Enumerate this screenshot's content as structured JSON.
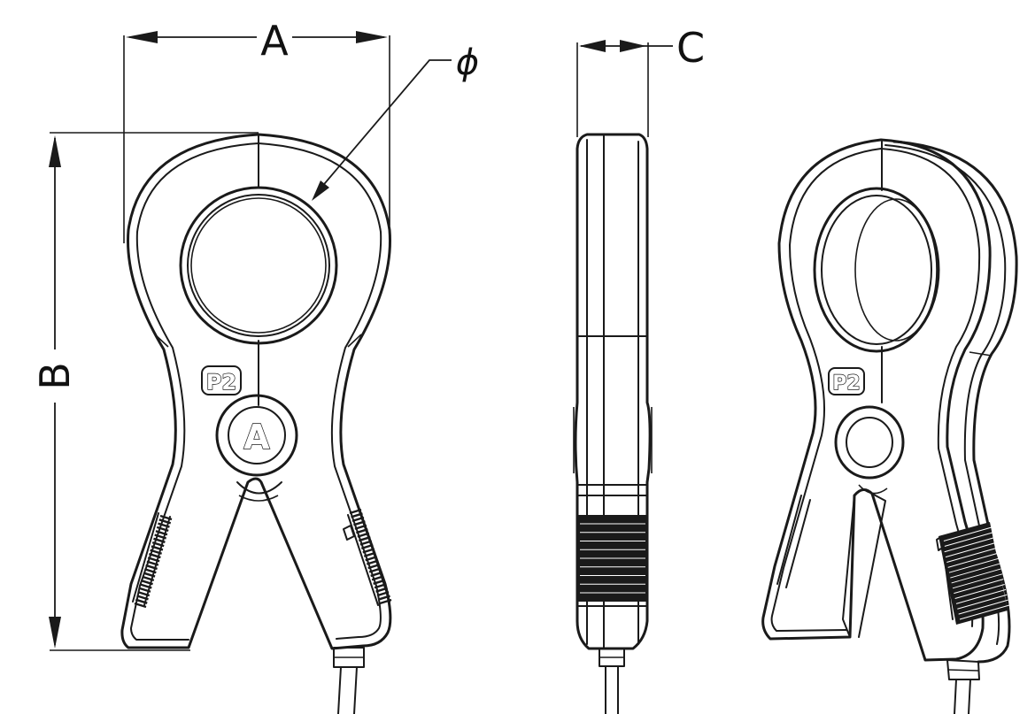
{
  "labels": {
    "dim_a": "A",
    "dim_b": "B",
    "dim_c": "C",
    "dim_phi": "ϕ"
  },
  "badges": {
    "front_p2": "P2",
    "front_button": "A",
    "persp_p2": "P2"
  },
  "colors": {
    "line": "#1a1a1a",
    "background": "#ffffff"
  }
}
